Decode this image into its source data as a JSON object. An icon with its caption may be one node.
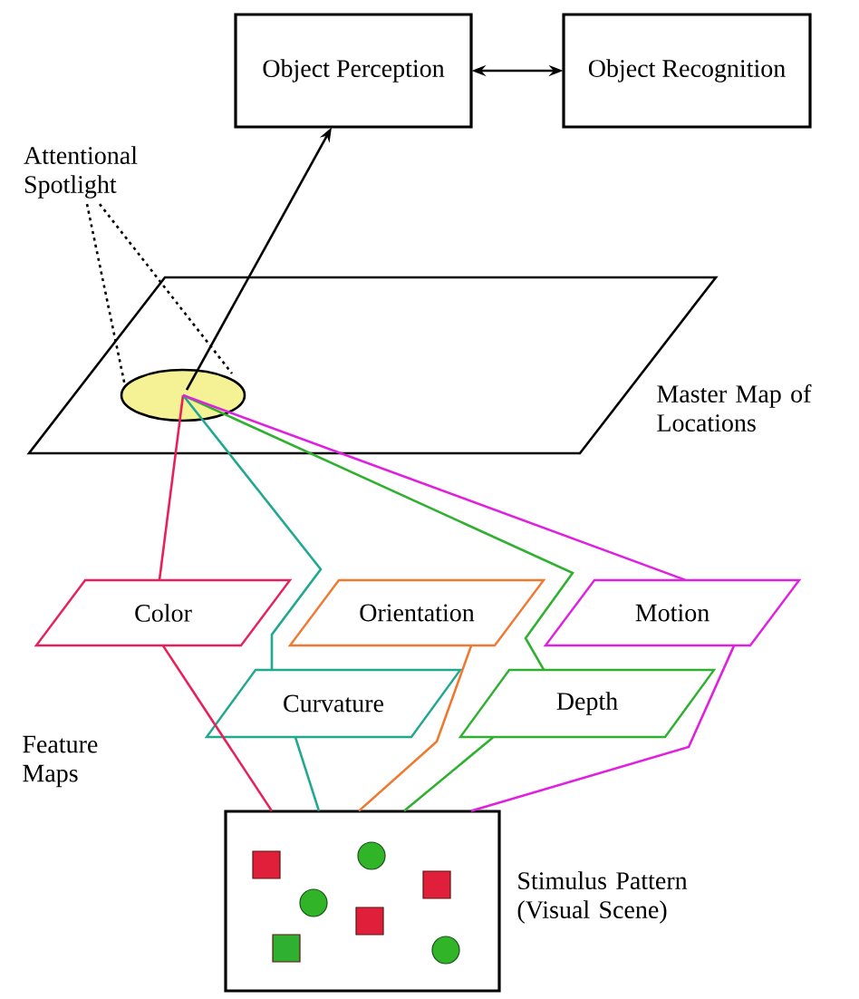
{
  "diagram": {
    "nodes": [
      {
        "text": [
          "Object Perception"
        ]
      },
      {
        "text": [
          "Object Recognition"
        ]
      },
      {
        "text": [],
        "shape": "parallelogram",
        "beside": [
          "Master Map of Locations"
        ]
      },
      {
        "text": [],
        "shape": "ellipse",
        "in": 2
      },
      {
        "text": [
          "Color"
        ]
      },
      {
        "text": [
          "Orientation"
        ]
      },
      {
        "text": [
          "Motion"
        ]
      },
      {
        "text": [
          "Curvature"
        ]
      },
      {
        "text": [
          "Depth"
        ]
      },
      {
        "text": [],
        "shape": "box",
        "beside": [
          "Stimulus Pattern (Visual Scene)"
        ]
      },
      {
        "text": [
          "Attentional Spotlight"
        ]
      }
    ],
    "edges": [
      {
        "from": 3,
        "to": 0,
        "arrow": "to"
      },
      {
        "from": 0,
        "to": 1,
        "arrow": "both"
      },
      {
        "from": 10,
        "to": 3,
        "arrow": "none",
        "style": "dashed"
      },
      {
        "from": 10,
        "to": 3,
        "arrow": "none",
        "style": "dashed"
      },
      {
        "from": 3,
        "to": 4,
        "arrow": "none",
        "color": "#e8205a"
      },
      {
        "from": 3,
        "to": 7,
        "arrow": "none",
        "color": "#20a890"
      },
      {
        "from": 3,
        "to": 8,
        "arrow": "none",
        "color": "#30b030"
      },
      {
        "from": 3,
        "to": 6,
        "arrow": "none",
        "color": "#e020e0"
      },
      {
        "from": 4,
        "to": 9,
        "arrow": "none",
        "color": "#e8205a"
      },
      {
        "from": 7,
        "to": 9,
        "arrow": "none",
        "color": "#20a890"
      },
      {
        "from": 5,
        "to": 9,
        "arrow": "none",
        "color": "#f07830"
      },
      {
        "from": 8,
        "to": 9,
        "arrow": "none",
        "color": "#30b030"
      },
      {
        "from": 6,
        "to": 9,
        "arrow": "none",
        "color": "#e020e0"
      }
    ],
    "labels": [
      "Feature Maps"
    ]
  }
}
